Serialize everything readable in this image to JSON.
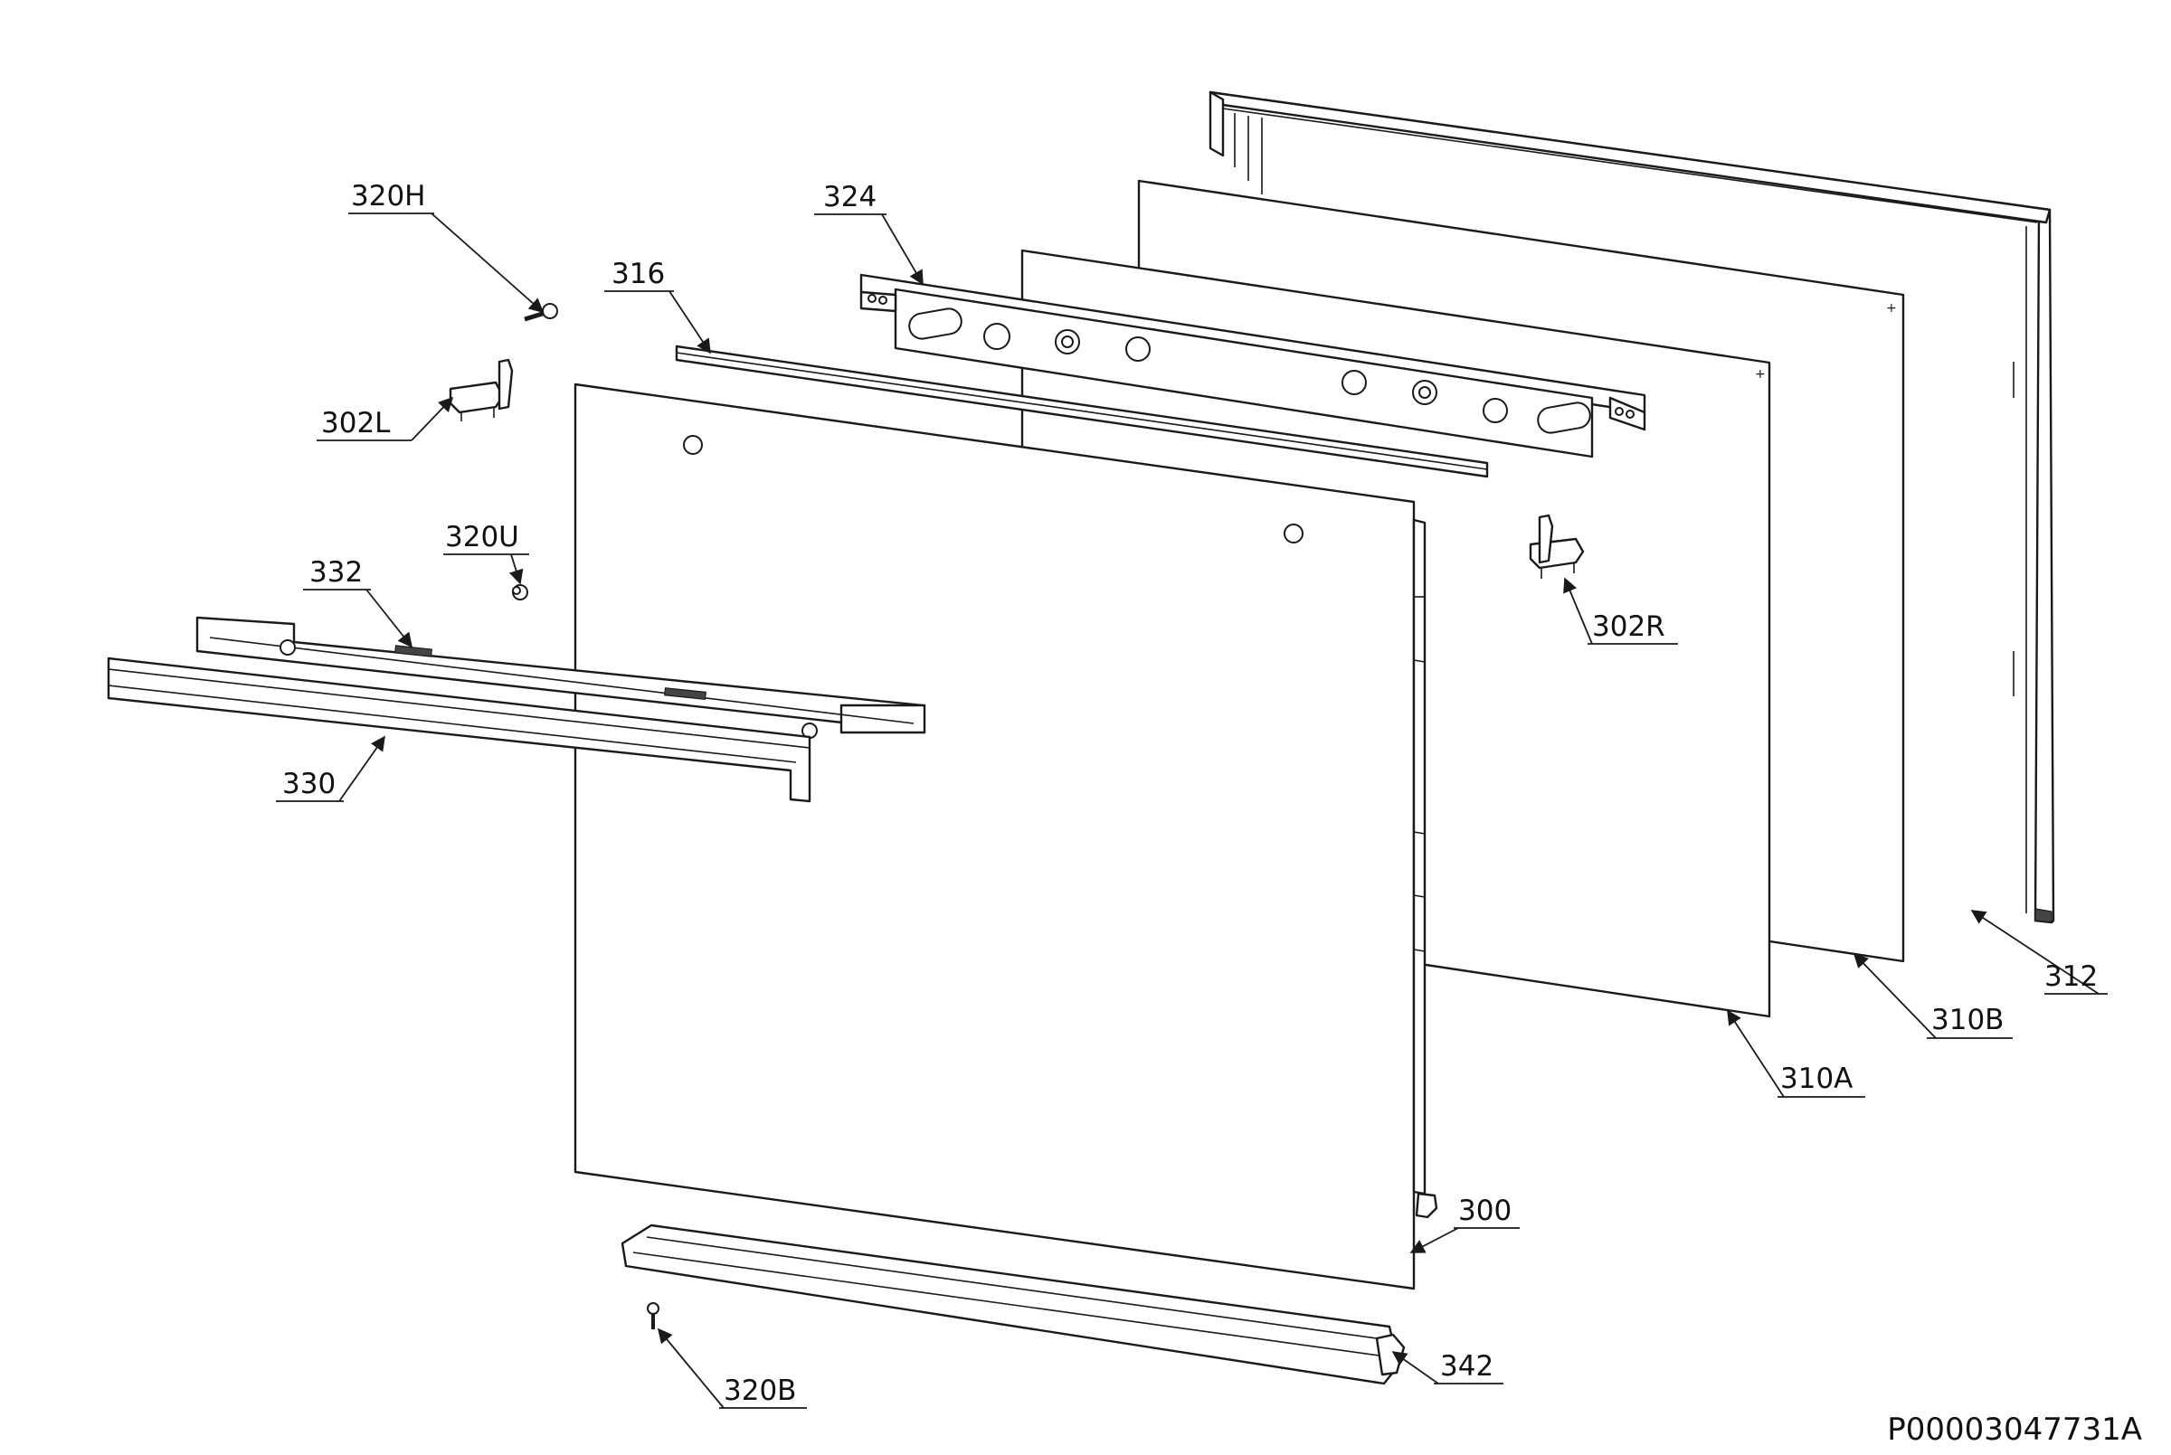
{
  "document_id": "P00003047731A",
  "parts": [
    {
      "id": "p312",
      "label": "312"
    },
    {
      "id": "p310B",
      "label": "310B"
    },
    {
      "id": "p310A",
      "label": "310A"
    },
    {
      "id": "p324",
      "label": "324"
    },
    {
      "id": "p316",
      "label": "316"
    },
    {
      "id": "p320H",
      "label": "320H"
    },
    {
      "id": "p302L",
      "label": "302L"
    },
    {
      "id": "p320U",
      "label": "320U"
    },
    {
      "id": "p332",
      "label": "332"
    },
    {
      "id": "p330",
      "label": "330"
    },
    {
      "id": "p302R",
      "label": "302R"
    },
    {
      "id": "p300",
      "label": "300"
    },
    {
      "id": "p342",
      "label": "342"
    },
    {
      "id": "p320B",
      "label": "320B"
    }
  ]
}
